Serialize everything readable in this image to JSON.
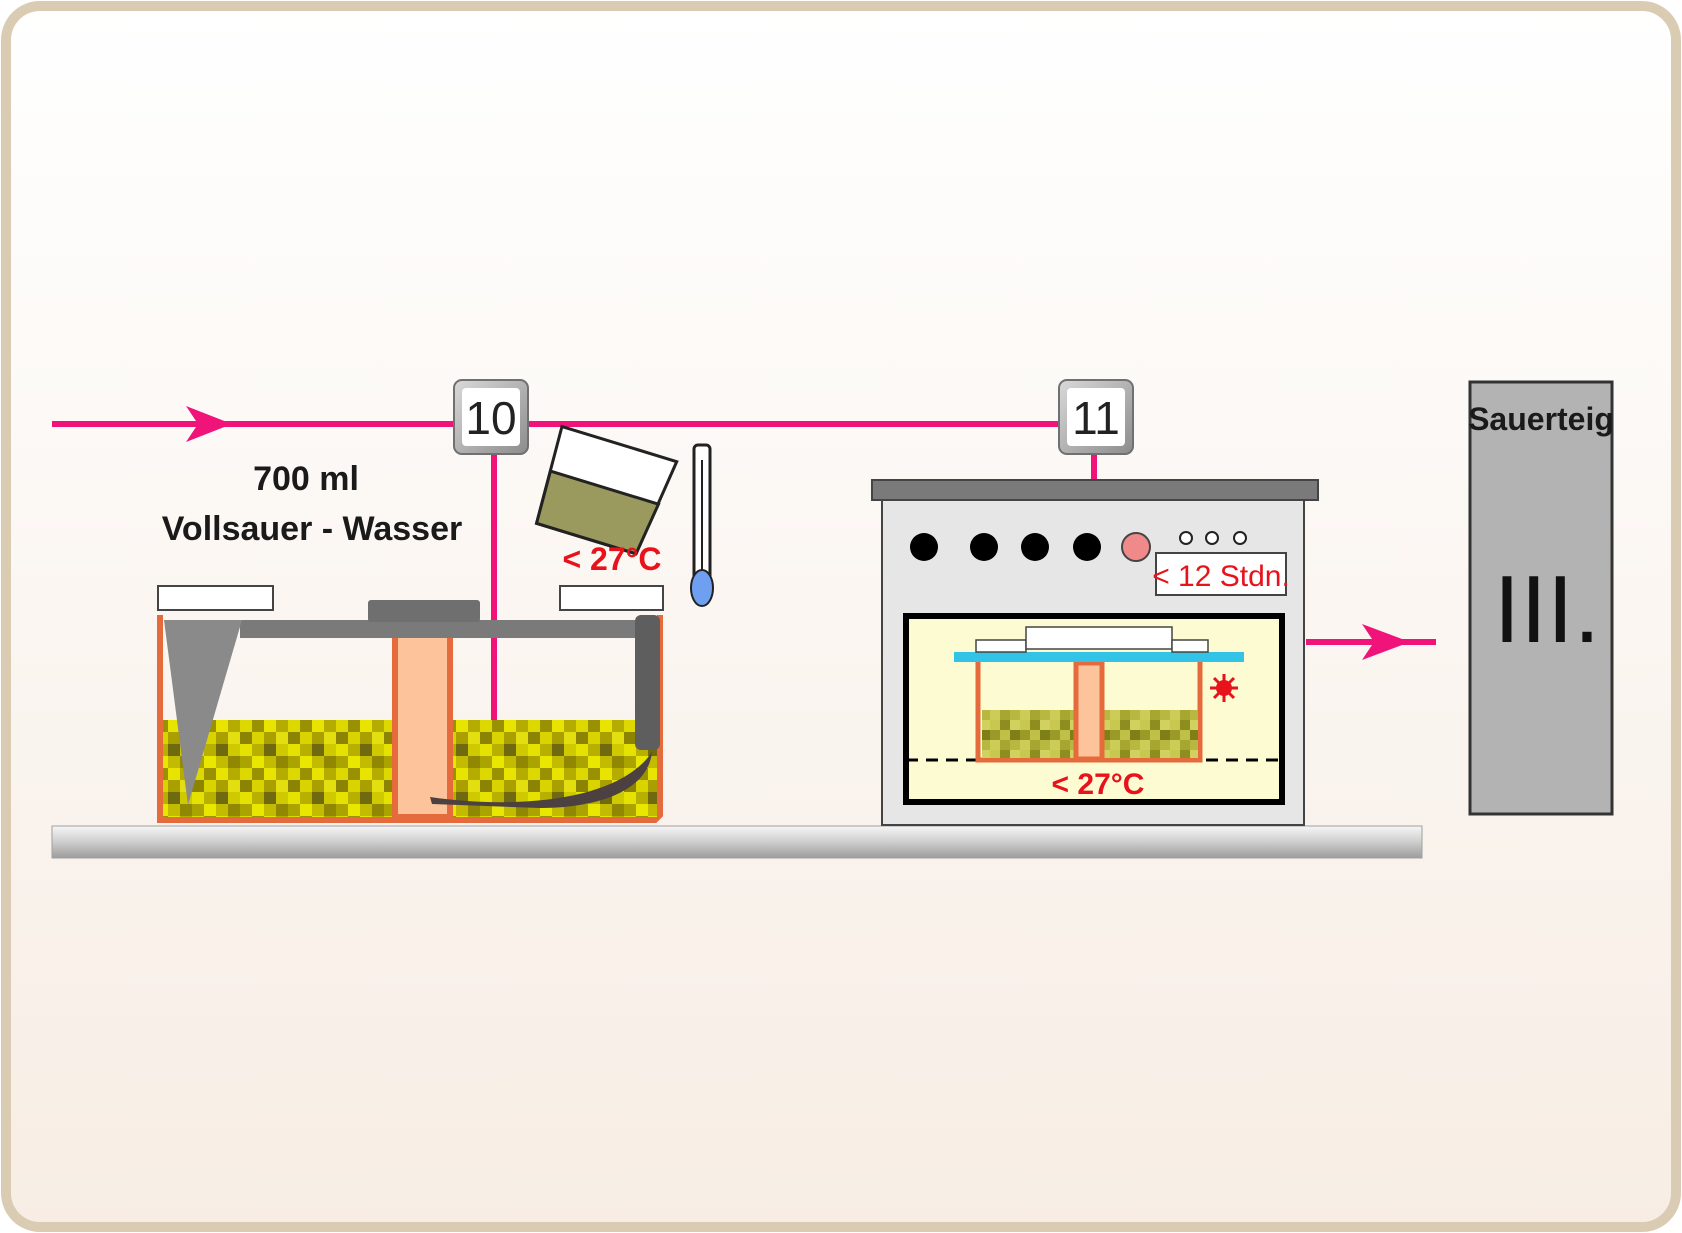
{
  "colors": {
    "flow": "#f0137a",
    "frame": "#d9ccb3",
    "label_red": "#e8121a",
    "dough": "#c9c400",
    "container_border": "#e56b3c",
    "divider": "#fdc49b",
    "oven_window": "#fcfbd2",
    "lid_blue": "#33c3e6",
    "thermo_bulb": "#6f9ff0",
    "step_box": "#b3b3b3"
  },
  "steps": [
    {
      "number": "10"
    },
    {
      "number": "11"
    }
  ],
  "labels": {
    "water_amount": "700 ml",
    "water_name": "Vollsauer - Wasser",
    "temp_water": "< 27°C",
    "oven_time": "< 12 Stdn.",
    "temp_oven": "< 27°C"
  },
  "result": {
    "title": "Sauerteig",
    "stage": "III."
  },
  "icons": {
    "thermometer": "thermometer-icon",
    "measuring_cup": "measuring-cup-icon",
    "heat": "heat-burst-icon",
    "arrow": "arrow-right-icon"
  }
}
